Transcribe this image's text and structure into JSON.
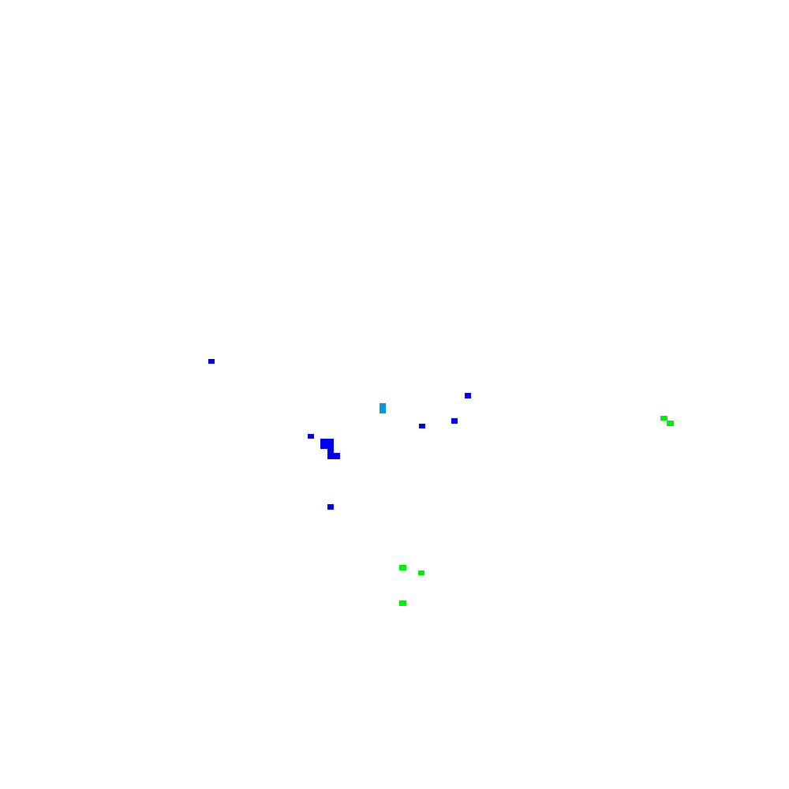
{
  "colors": {
    "background": "#ffffff",
    "blue": "#0000ee",
    "light_blue": "#0099dd",
    "green": "#00ee00"
  },
  "marks": [
    {
      "id": "blue-mark-1",
      "color": "blue"
    },
    {
      "id": "blue-mark-2",
      "color": "blue"
    },
    {
      "id": "blue-mark-3",
      "color": "blue"
    },
    {
      "id": "blue-mark-4",
      "color": "blue"
    },
    {
      "id": "blue-mark-5",
      "color": "blue"
    },
    {
      "id": "blue-mark-6",
      "color": "blue"
    },
    {
      "id": "blue-mark-7",
      "color": "blue"
    },
    {
      "id": "blue-mark-8",
      "color": "blue"
    },
    {
      "id": "blue-mark-9",
      "color": "blue"
    },
    {
      "id": "light-blue-mark-1",
      "color": "light_blue"
    },
    {
      "id": "green-mark-1",
      "color": "green"
    },
    {
      "id": "green-mark-2",
      "color": "green"
    },
    {
      "id": "green-mark-3",
      "color": "green"
    },
    {
      "id": "green-mark-4",
      "color": "green"
    },
    {
      "id": "green-mark-5",
      "color": "green"
    }
  ]
}
